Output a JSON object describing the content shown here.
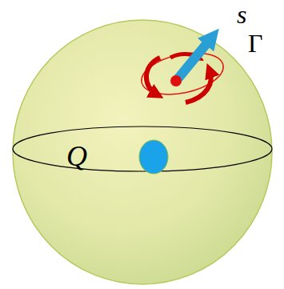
{
  "diagram": {
    "labels": [
      "s",
      "Γ",
      "Q"
    ]
  }
}
